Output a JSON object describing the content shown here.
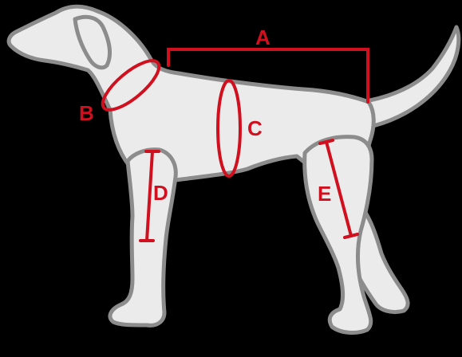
{
  "colors": {
    "background": "#000000",
    "body_fill": "#ebebeb",
    "outline": "#8c8c8c",
    "measure": "#d0101e"
  },
  "labels": {
    "A": "A",
    "B": "B",
    "C": "C",
    "D": "D",
    "E": "E"
  }
}
